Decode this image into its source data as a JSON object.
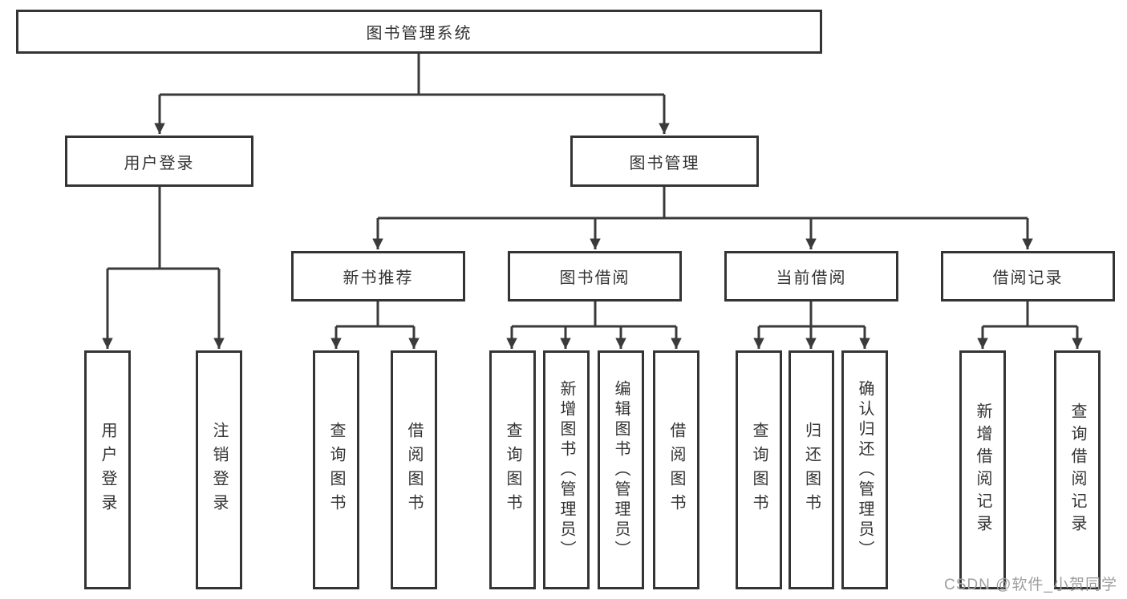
{
  "diagram": {
    "root": {
      "label": "图书管理系统"
    },
    "branches": [
      {
        "label": "用户登录",
        "children": [
          {
            "label": "用户登录"
          },
          {
            "label": "注销登录"
          }
        ]
      },
      {
        "label": "图书管理",
        "children": [
          {
            "label": "新书推荐",
            "children": [
              {
                "label": "查询图书"
              },
              {
                "label": "借阅图书"
              }
            ]
          },
          {
            "label": "图书借阅",
            "children": [
              {
                "label": "查询图书"
              },
              {
                "label": "新增图书（管理员）"
              },
              {
                "label": "编辑图书（管理员）"
              },
              {
                "label": "借阅图书"
              }
            ]
          },
          {
            "label": "当前借阅",
            "children": [
              {
                "label": "查询图书"
              },
              {
                "label": "归还图书"
              },
              {
                "label": "确认归还（管理员）"
              }
            ]
          },
          {
            "label": "借阅记录",
            "children": [
              {
                "label": "新增借阅记录"
              },
              {
                "label": "查询借阅记录"
              }
            ]
          }
        ]
      }
    ]
  },
  "watermark": {
    "text": "CSDN @软件_小贺同学"
  },
  "colors": {
    "line": "#3a3a3a",
    "box_border": "#343434",
    "text": "#333333",
    "watermark": "#9e9e9e",
    "background": "#ffffff"
  }
}
